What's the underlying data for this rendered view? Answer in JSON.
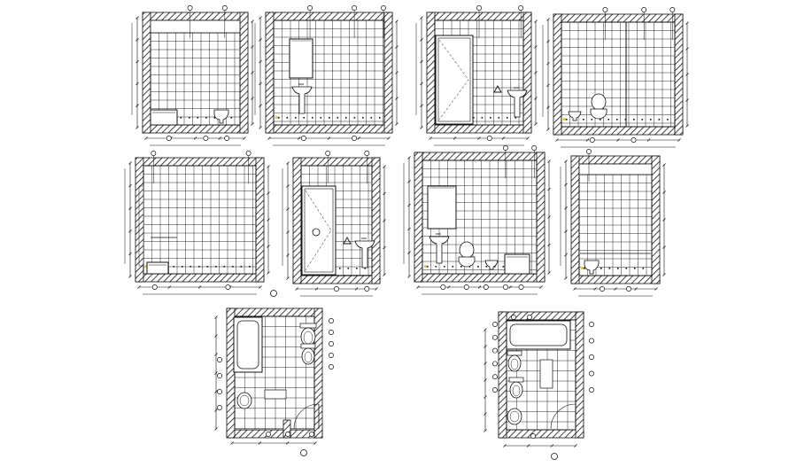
{
  "drawing": {
    "title": "",
    "notes": "",
    "colors": {
      "ink": "#111111",
      "wall_hatch": "#111111",
      "tile": "#222222",
      "marker": "#f2d200",
      "background": "#ffffff"
    }
  },
  "elevations": [
    {
      "id": "elev-1",
      "fixtures": [
        "bathtub",
        "toilet"
      ]
    },
    {
      "id": "elev-2",
      "fixtures": [
        "mirror",
        "washbasin"
      ]
    },
    {
      "id": "elev-3",
      "fixtures": [
        "shower-door",
        "washbasin"
      ]
    },
    {
      "id": "elev-4",
      "fixtures": [
        "toilet",
        "bidet"
      ]
    },
    {
      "id": "elev-5",
      "fixtures": [
        "bathtub"
      ]
    },
    {
      "id": "elev-6",
      "fixtures": [
        "shower-door",
        "washbasin"
      ]
    },
    {
      "id": "elev-7",
      "fixtures": [
        "mirror",
        "washbasin",
        "toilet",
        "bidet",
        "bathtub"
      ]
    },
    {
      "id": "elev-8",
      "fixtures": [
        "toilet"
      ]
    }
  ],
  "plans": [
    {
      "id": "plan-1",
      "fixtures": [
        "bathtub",
        "toilet",
        "bidet",
        "washbasin",
        "door"
      ]
    },
    {
      "id": "plan-2",
      "fixtures": [
        "bathtub",
        "bidet",
        "toilet",
        "washbasin",
        "door"
      ]
    }
  ]
}
